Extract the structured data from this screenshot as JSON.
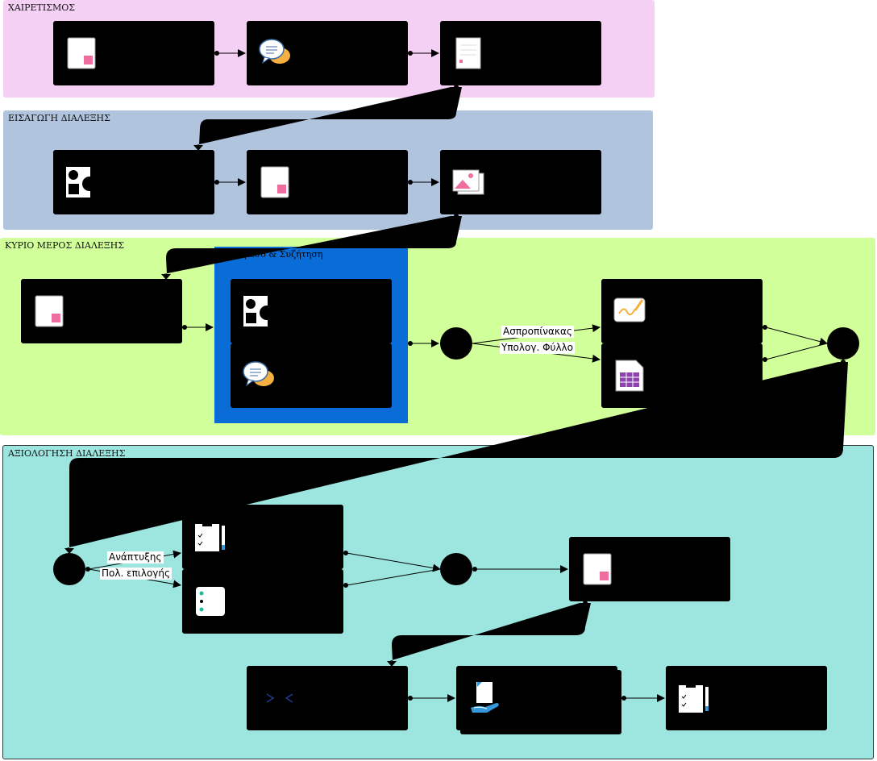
{
  "lanes": [
    {
      "title": "ΧΑΙΡΕΤΙΣΜΟΣ",
      "color": "#f5d0f5"
    },
    {
      "title": "ΕΙΣΑΓΩΓΗ ΔΙΑΛΕΞΗΣ",
      "color": "#b0c4de"
    },
    {
      "title": "ΚΥΡΙΟ ΜΕΡΟΣ ΔΙΑΛΕΞΗΣ",
      "color": "#d1ff9a"
    },
    {
      "title": "ΑΞΙΟΛΟΓΗΣΗ ΔΙΑΛΕΞΗΣ",
      "color": "#9ce6df"
    }
  ],
  "group": {
    "title": "Πολυμέσο & Συζήτηση",
    "color": "#0a6cd6"
  },
  "branch_labels": {
    "whiteboard": "Ασπροπίνακας",
    "spreadsheet": "Υπολογ. Φύλλο",
    "development": "Ανάπτυξης",
    "multiple_choice": "Πολ. επιλογής"
  },
  "icons": {
    "page": "page-icon",
    "chat": "chat-bubbles-icon",
    "document": "document-icon",
    "shapes": "shapes-icon",
    "image": "image-icon",
    "whiteboard": "whiteboard-icon",
    "spreadsheet": "spreadsheet-icon",
    "checklist": "checklist-pencil-icon",
    "list": "list-icon",
    "code": "code-icon",
    "hand_document": "hand-document-icon"
  },
  "colors": {
    "node": "#000000",
    "wire": "#000000",
    "accent_pink": "#f06da0"
  }
}
